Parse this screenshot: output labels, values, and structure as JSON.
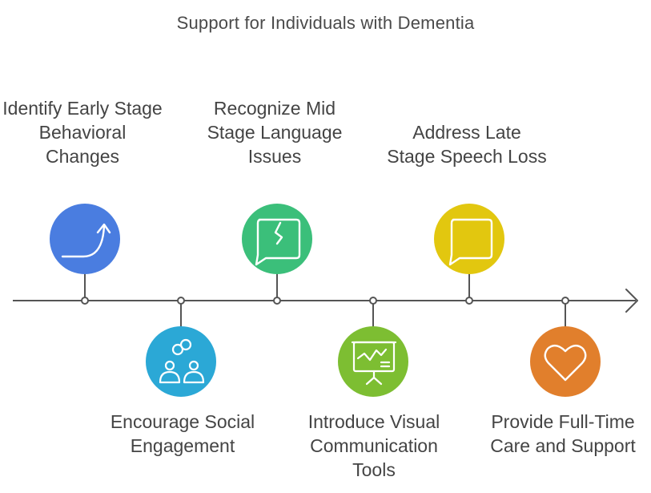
{
  "title": "Support for Individuals with Dementia",
  "colors": {
    "line": "#555555",
    "step_1": "#4A7DE0",
    "step_2": "#2BA8D6",
    "step_3": "#3BBF7A",
    "step_4": "#7DBE32",
    "step_5": "#E2C70F",
    "step_6": "#E17F2C"
  },
  "steps": [
    {
      "label": "Identify Early Stage Behavioral Changes",
      "icon": "arrow-up-curve-icon",
      "position": "top"
    },
    {
      "label": "Encourage Social Engagement",
      "icon": "people-connection-icon",
      "position": "bottom"
    },
    {
      "label": "Recognize Mid Stage Language Issues",
      "icon": "broken-speech-bubble-icon",
      "position": "top"
    },
    {
      "label": "Introduce Visual Communication Tools",
      "icon": "presentation-board-icon",
      "position": "bottom"
    },
    {
      "label": "Address Late Stage Speech Loss",
      "icon": "speech-bubble-icon",
      "position": "top"
    },
    {
      "label": "Provide Full-Time Care and Support",
      "icon": "heart-icon",
      "position": "bottom"
    }
  ]
}
